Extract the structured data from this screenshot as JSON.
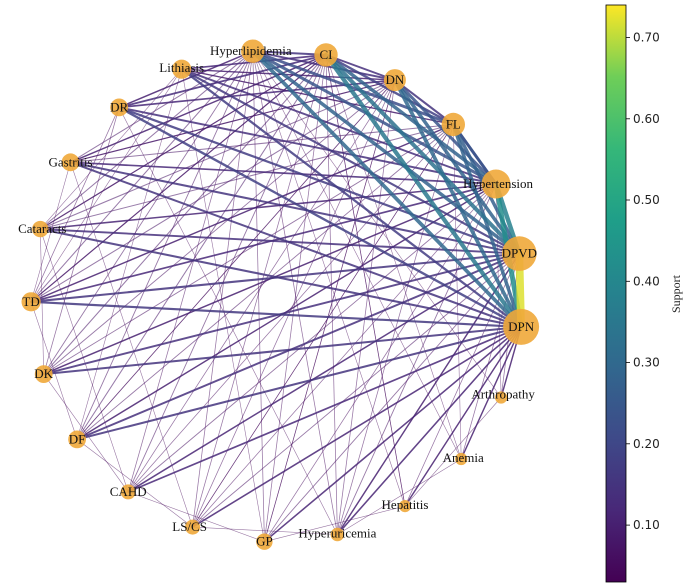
{
  "colorbar": {
    "label": "Support",
    "min": 0.03,
    "max": 0.74,
    "ticks": [
      {
        "value": 0.1,
        "label": "0.10"
      },
      {
        "value": 0.2,
        "label": "0.20"
      },
      {
        "value": 0.3,
        "label": "0.30"
      },
      {
        "value": 0.4,
        "label": "0.40"
      },
      {
        "value": 0.5,
        "label": "0.50"
      },
      {
        "value": 0.6,
        "label": "0.60"
      },
      {
        "value": 0.7,
        "label": "0.70"
      }
    ],
    "colormap": "viridis"
  },
  "node_color": "#f0a93a",
  "nodes": [
    {
      "id": "CI",
      "label": "CI",
      "size": 0.55
    },
    {
      "id": "DN",
      "label": "DN",
      "size": 0.5
    },
    {
      "id": "FL",
      "label": "FL",
      "size": 0.55
    },
    {
      "id": "Hypertension",
      "label": "Hypertension",
      "size": 0.75
    },
    {
      "id": "DPVD",
      "label": "DPVD",
      "size": 0.95
    },
    {
      "id": "DPN",
      "label": "DPN",
      "size": 1.0
    },
    {
      "id": "Arthropathy",
      "label": "Arthropathy",
      "size": 0.15
    },
    {
      "id": "Anemia",
      "label": "Anemia",
      "size": 0.15
    },
    {
      "id": "Hepatitis",
      "label": "Hepatitis",
      "size": 0.15
    },
    {
      "id": "Hyperuricemia",
      "label": "Hyperuricemia",
      "size": 0.2
    },
    {
      "id": "GP",
      "label": "GP",
      "size": 0.3
    },
    {
      "id": "LS/CS",
      "label": "LS/CS",
      "size": 0.25
    },
    {
      "id": "CAHD",
      "label": "CAHD",
      "size": 0.25
    },
    {
      "id": "DF",
      "label": "DF",
      "size": 0.35
    },
    {
      "id": "DK",
      "label": "DK",
      "size": 0.35
    },
    {
      "id": "TD",
      "label": "TD",
      "size": 0.4
    },
    {
      "id": "Cataracts",
      "label": "Cataracts",
      "size": 0.3
    },
    {
      "id": "Gastritis",
      "label": "Gastritis",
      "size": 0.35
    },
    {
      "id": "DR",
      "label": "DR",
      "size": 0.35
    },
    {
      "id": "Lithiasis",
      "label": "Lithiasis",
      "size": 0.4
    },
    {
      "id": "Hyperlipidemia",
      "label": "Hyperlipidemia",
      "size": 0.55
    }
  ],
  "edges": [
    {
      "source": "DPVD",
      "target": "DPN",
      "support": 0.72
    },
    {
      "source": "Hypertension",
      "target": "DPVD",
      "support": 0.38
    },
    {
      "source": "Hypertension",
      "target": "DPN",
      "support": 0.42
    },
    {
      "source": "CI",
      "target": "DPN",
      "support": 0.35
    },
    {
      "source": "CI",
      "target": "DPVD",
      "support": 0.33
    },
    {
      "source": "CI",
      "target": "Hypertension",
      "support": 0.28
    },
    {
      "source": "DN",
      "target": "DPN",
      "support": 0.3
    },
    {
      "source": "DN",
      "target": "DPVD",
      "support": 0.28
    },
    {
      "source": "DN",
      "target": "Hypertension",
      "support": 0.24
    },
    {
      "source": "FL",
      "target": "DPN",
      "support": 0.28
    },
    {
      "source": "FL",
      "target": "DPVD",
      "support": 0.27
    },
    {
      "source": "FL",
      "target": "Hypertension",
      "support": 0.24
    },
    {
      "source": "Hyperlipidemia",
      "target": "DPN",
      "support": 0.3
    },
    {
      "source": "Hyperlipidemia",
      "target": "DPVD",
      "support": 0.28
    },
    {
      "source": "Hyperlipidemia",
      "target": "Hypertension",
      "support": 0.24
    },
    {
      "source": "Hyperlipidemia",
      "target": "FL",
      "support": 0.22
    },
    {
      "source": "Hyperlipidemia",
      "target": "CI",
      "support": 0.15
    },
    {
      "source": "Hyperlipidemia",
      "target": "DN",
      "support": 0.14
    },
    {
      "source": "CI",
      "target": "DN",
      "support": 0.14
    },
    {
      "source": "CI",
      "target": "FL",
      "support": 0.18
    },
    {
      "source": "DN",
      "target": "FL",
      "support": 0.15
    },
    {
      "source": "FL",
      "target": "Hypertension",
      "support": 0.2
    },
    {
      "source": "Lithiasis",
      "target": "DPN",
      "support": 0.17
    },
    {
      "source": "Lithiasis",
      "target": "DPVD",
      "support": 0.16
    },
    {
      "source": "Lithiasis",
      "target": "Hypertension",
      "support": 0.14
    },
    {
      "source": "Lithiasis",
      "target": "CI",
      "support": 0.12
    },
    {
      "source": "Lithiasis",
      "target": "DN",
      "support": 0.1
    },
    {
      "source": "DR",
      "target": "DPN",
      "support": 0.18
    },
    {
      "source": "DR",
      "target": "DPVD",
      "support": 0.17
    },
    {
      "source": "DR",
      "target": "Hypertension",
      "support": 0.14
    },
    {
      "source": "DR",
      "target": "CI",
      "support": 0.13
    },
    {
      "source": "DR",
      "target": "DN",
      "support": 0.12
    },
    {
      "source": "Gastritis",
      "target": "DPN",
      "support": 0.15
    },
    {
      "source": "Gastritis",
      "target": "DPVD",
      "support": 0.15
    },
    {
      "source": "Gastritis",
      "target": "Hypertension",
      "support": 0.12
    },
    {
      "source": "Gastritis",
      "target": "CI",
      "support": 0.1
    },
    {
      "source": "Cataracts",
      "target": "DPN",
      "support": 0.15
    },
    {
      "source": "Cataracts",
      "target": "DPVD",
      "support": 0.14
    },
    {
      "source": "Cataracts",
      "target": "Hypertension",
      "support": 0.11
    },
    {
      "source": "TD",
      "target": "DPN",
      "support": 0.16
    },
    {
      "source": "TD",
      "target": "DPVD",
      "support": 0.15
    },
    {
      "source": "TD",
      "target": "Hypertension",
      "support": 0.12
    },
    {
      "source": "DK",
      "target": "DPN",
      "support": 0.15
    },
    {
      "source": "DK",
      "target": "DPVD",
      "support": 0.14
    },
    {
      "source": "DF",
      "target": "DPN",
      "support": 0.15
    },
    {
      "source": "DF",
      "target": "DPVD",
      "support": 0.14
    },
    {
      "source": "CAHD",
      "target": "DPN",
      "support": 0.12
    },
    {
      "source": "CAHD",
      "target": "DPVD",
      "support": 0.11
    },
    {
      "source": "LS/CS",
      "target": "DPN",
      "support": 0.11
    },
    {
      "source": "GP",
      "target": "DPN",
      "support": 0.11
    },
    {
      "source": "Hyperuricemia",
      "target": "DPN",
      "support": 0.11
    },
    {
      "source": "Hyperuricemia",
      "target": "DPVD",
      "support": 0.1
    },
    {
      "source": "Hepatitis",
      "target": "DPN",
      "support": 0.1
    },
    {
      "source": "Anemia",
      "target": "DPN",
      "support": 0.1
    },
    {
      "source": "Arthropathy",
      "target": "DPN",
      "support": 0.1
    },
    {
      "source": "DR",
      "target": "Hyperlipidemia",
      "support": 0.1
    },
    {
      "source": "TD",
      "target": "FL",
      "support": 0.1
    },
    {
      "source": "DF",
      "target": "Hypertension",
      "support": 0.1
    },
    {
      "source": "DK",
      "target": "Hypertension",
      "support": 0.1
    },
    {
      "source": "Lithiasis",
      "target": "FL",
      "support": 0.09
    },
    {
      "source": "Gastritis",
      "target": "DN",
      "support": 0.08
    },
    {
      "source": "Gastritis",
      "target": "FL",
      "support": 0.07
    },
    {
      "source": "Gastritis",
      "target": "Hyperlipidemia",
      "support": 0.07
    },
    {
      "source": "Cataracts",
      "target": "CI",
      "support": 0.08
    },
    {
      "source": "Cataracts",
      "target": "DN",
      "support": 0.07
    },
    {
      "source": "Cataracts",
      "target": "FL",
      "support": 0.07
    },
    {
      "source": "Cataracts",
      "target": "Hyperlipidemia",
      "support": 0.07
    },
    {
      "source": "TD",
      "target": "CI",
      "support": 0.08
    },
    {
      "source": "TD",
      "target": "DN",
      "support": 0.07
    },
    {
      "source": "TD",
      "target": "Hyperlipidemia",
      "support": 0.07
    },
    {
      "source": "DK",
      "target": "CI",
      "support": 0.07
    },
    {
      "source": "DK",
      "target": "DN",
      "support": 0.06
    },
    {
      "source": "DK",
      "target": "FL",
      "support": 0.06
    },
    {
      "source": "DK",
      "target": "Hyperlipidemia",
      "support": 0.06
    },
    {
      "source": "DF",
      "target": "CI",
      "support": 0.07
    },
    {
      "source": "DF",
      "target": "DN",
      "support": 0.06
    },
    {
      "source": "DF",
      "target": "FL",
      "support": 0.06
    },
    {
      "source": "DF",
      "target": "Hyperlipidemia",
      "support": 0.06
    },
    {
      "source": "CAHD",
      "target": "CI",
      "support": 0.06
    },
    {
      "source": "CAHD",
      "target": "DN",
      "support": 0.05
    },
    {
      "source": "CAHD",
      "target": "FL",
      "support": 0.05
    },
    {
      "source": "CAHD",
      "target": "Hypertension",
      "support": 0.06
    },
    {
      "source": "CAHD",
      "target": "Hyperlipidemia",
      "support": 0.05
    },
    {
      "source": "LS/CS",
      "target": "CI",
      "support": 0.05
    },
    {
      "source": "LS/CS",
      "target": "DN",
      "support": 0.05
    },
    {
      "source": "LS/CS",
      "target": "FL",
      "support": 0.05
    },
    {
      "source": "LS/CS",
      "target": "Hypertension",
      "support": 0.05
    },
    {
      "source": "LS/CS",
      "target": "DPVD",
      "support": 0.06
    },
    {
      "source": "LS/CS",
      "target": "Hyperlipidemia",
      "support": 0.05
    },
    {
      "source": "GP",
      "target": "CI",
      "support": 0.05
    },
    {
      "source": "GP",
      "target": "DN",
      "support": 0.05
    },
    {
      "source": "GP",
      "target": "Hypertension",
      "support": 0.05
    },
    {
      "source": "GP",
      "target": "DPVD",
      "support": 0.06
    },
    {
      "source": "GP",
      "target": "Hyperlipidemia",
      "support": 0.05
    },
    {
      "source": "Hyperuricemia",
      "target": "CI",
      "support": 0.05
    },
    {
      "source": "Hyperuricemia",
      "target": "DN",
      "support": 0.05
    },
    {
      "source": "Hyperuricemia",
      "target": "FL",
      "support": 0.05
    },
    {
      "source": "Hyperuricemia",
      "target": "Hypertension",
      "support": 0.06
    },
    {
      "source": "Hyperuricemia",
      "target": "Hyperlipidemia",
      "support": 0.05
    },
    {
      "source": "Hepatitis",
      "target": "CI",
      "support": 0.05
    },
    {
      "source": "Hepatitis",
      "target": "DPVD",
      "support": 0.05
    },
    {
      "source": "Hepatitis",
      "target": "Hyperlipidemia",
      "support": 0.04
    },
    {
      "source": "Anemia",
      "target": "DPVD",
      "support": 0.05
    },
    {
      "source": "Anemia",
      "target": "CI",
      "support": 0.04
    },
    {
      "source": "Arthropathy",
      "target": "DPVD",
      "support": 0.05
    },
    {
      "source": "DR",
      "target": "DK",
      "support": 0.05
    },
    {
      "source": "DR",
      "target": "TD",
      "support": 0.05
    },
    {
      "source": "Lithiasis",
      "target": "Cataracts",
      "support": 0.04
    },
    {
      "source": "Lithiasis",
      "target": "TD",
      "support": 0.04
    },
    {
      "source": "Lithiasis",
      "target": "DF",
      "support": 0.04
    },
    {
      "source": "Gastritis",
      "target": "TD",
      "support": 0.04
    },
    {
      "source": "Cataracts",
      "target": "DK",
      "support": 0.04
    },
    {
      "source": "TD",
      "target": "DF",
      "support": 0.04
    },
    {
      "source": "DK",
      "target": "CAHD",
      "support": 0.04
    },
    {
      "source": "DF",
      "target": "LS/CS",
      "support": 0.04
    },
    {
      "source": "CAHD",
      "target": "GP",
      "support": 0.04
    },
    {
      "source": "LS/CS",
      "target": "Hyperuricemia",
      "support": 0.04
    },
    {
      "source": "GP",
      "target": "Hepatitis",
      "support": 0.04
    },
    {
      "source": "Hyperuricemia",
      "target": "Anemia",
      "support": 0.04
    },
    {
      "source": "Hepatitis",
      "target": "Arthropathy",
      "support": 0.04
    },
    {
      "source": "DR",
      "target": "Hyperuricemia",
      "support": 0.04
    },
    {
      "source": "Lithiasis",
      "target": "GP",
      "support": 0.04
    },
    {
      "source": "Gastritis",
      "target": "LS/CS",
      "support": 0.04
    },
    {
      "source": "Cataracts",
      "target": "CAHD",
      "support": 0.04
    },
    {
      "source": "Hyperlipidemia",
      "target": "Arthropathy",
      "support": 0.04
    },
    {
      "source": "Hyperlipidemia",
      "target": "Anemia",
      "support": 0.04
    },
    {
      "source": "CI",
      "target": "Hepatitis",
      "support": 0.04
    },
    {
      "source": "DN",
      "target": "GP",
      "support": 0.04
    },
    {
      "source": "DN",
      "target": "DF",
      "support": 0.04
    },
    {
      "source": "FL",
      "target": "LS/CS",
      "support": 0.04
    },
    {
      "source": "FL",
      "target": "Anemia",
      "support": 0.04
    },
    {
      "source": "Hypertension",
      "target": "Arthropathy",
      "support": 0.04
    }
  ]
}
